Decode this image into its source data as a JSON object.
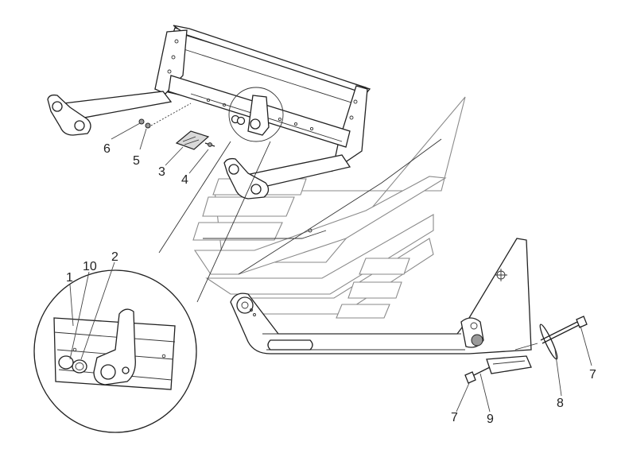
{
  "callouts": [
    {
      "id": "c6",
      "text": "6"
    },
    {
      "id": "c5",
      "text": "5"
    },
    {
      "id": "c3",
      "text": "3"
    },
    {
      "id": "c4",
      "text": "4"
    },
    {
      "id": "c1",
      "text": "1"
    },
    {
      "id": "c10",
      "text": "10"
    },
    {
      "id": "c2",
      "text": "2"
    },
    {
      "id": "c7a",
      "text": "7"
    },
    {
      "id": "c9",
      "text": "9"
    },
    {
      "id": "c8",
      "text": "8"
    },
    {
      "id": "c7b",
      "text": "7"
    }
  ]
}
